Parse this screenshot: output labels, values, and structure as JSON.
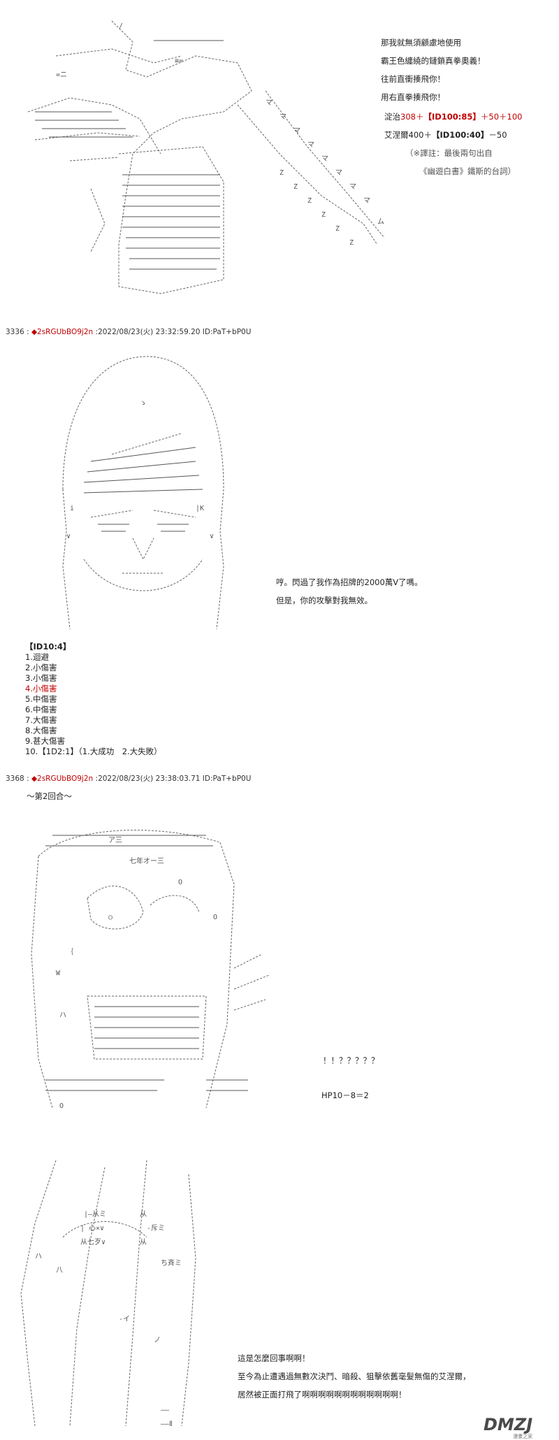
{
  "panel1": {
    "lines": [
      "那我就無須顧慮地使用",
      "霸王色纏繞的鏈鎖真拳奧義！",
      "往前直衝揍飛你！",
      "用右直拳揍飛你！"
    ],
    "roll1": {
      "name": "淀治",
      "base": "308＋",
      "dice": "【ID100:85】",
      "bonus": "＋50＋100"
    },
    "roll2": {
      "name": "艾涅爾",
      "base": "400＋",
      "dice": "【ID100:40】",
      "bonus": "－50"
    },
    "note1": "（※譯註：最後兩句出自",
    "note2": "《幽遊白書》鐵斯的台詞）"
  },
  "post1": {
    "num": "3336",
    "sep": " : ",
    "trip": "◆2sRGUbBO9j2n",
    "info": " :2022/08/23(火) 23:32:59.20 ID:PaT+bP0U"
  },
  "panel2": {
    "line1": "哼。閃過了我作為招牌的2000萬V了嗎。",
    "line2": "但是，你的攻擊對我無效。"
  },
  "roll_table": {
    "header": "【ID10:4】",
    "items": [
      "1.迴避",
      "2.小傷害",
      "3.小傷害",
      "4.小傷害",
      "5.中傷害",
      "6.中傷害",
      "7.大傷害",
      "8.大傷害",
      "9.甚大傷害",
      "10.【1D2:1】（1.大成功　2.大失敗）"
    ],
    "highlight_index": 3
  },
  "post2": {
    "num": "3368",
    "sep": " : ",
    "trip": "◆2sRGUbBO9j2n",
    "info": " :2022/08/23(火) 23:38:03.71 ID:PaT+bP0U"
  },
  "panel3": {
    "round": "～第2回合～",
    "shout": "！！？？？？？",
    "hp": "HP10－8＝2"
  },
  "panel4": {
    "line1": "這是怎麼回事啊啊！",
    "line2": "至今為止遭遇過無數次決鬥、暗殺、狙擊依舊毫髮無傷的艾涅爾，",
    "line3": "居然被正面打飛了啊啊啊啊啊啊啊啊啊啊啊啊！"
  },
  "watermark": {
    "logo": "DMZJ",
    "sub": "漫畫之家"
  },
  "colors": {
    "accent_red": "#c00000",
    "ink": "#222222",
    "art": "#555555"
  }
}
